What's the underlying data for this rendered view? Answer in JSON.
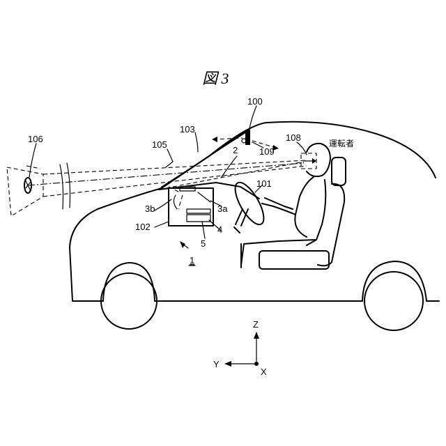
{
  "figure": {
    "title": "図 3"
  },
  "labels": {
    "l100": "100",
    "l101": "101",
    "l102": "102",
    "l103": "103",
    "l105": "105",
    "l106": "106",
    "l108": "108",
    "l109": "109",
    "l1": "1",
    "l2": "2",
    "l3a": "3a",
    "l3b": "3b",
    "l4": "4",
    "l5": "5",
    "driver": "運転者"
  },
  "axes": {
    "z": "Z",
    "y": "Y",
    "x": "X"
  }
}
